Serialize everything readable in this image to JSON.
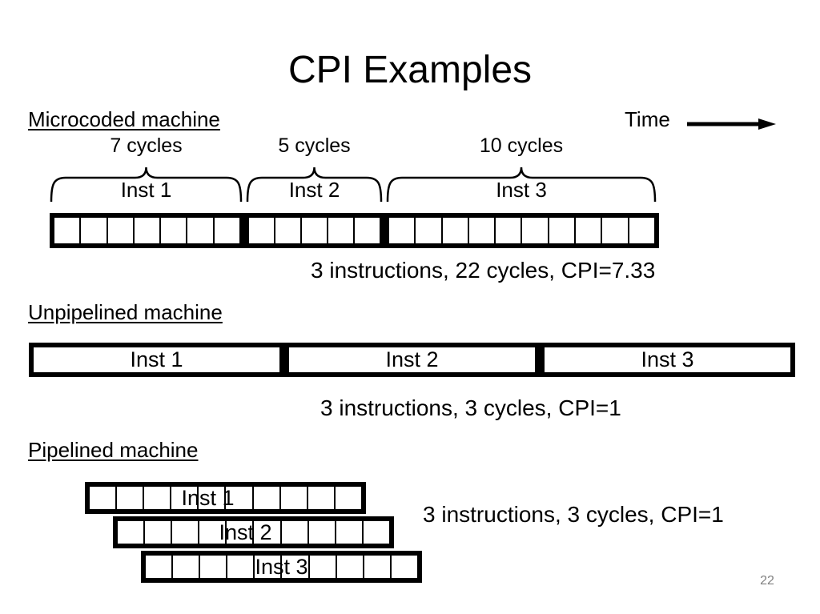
{
  "slide": {
    "title": "CPI Examples",
    "time_label": "Time",
    "page_number": "22"
  },
  "microcoded": {
    "heading": "Microcoded machine",
    "caption": "3 instructions, 22 cycles, CPI=7.33",
    "total_cycles": 22,
    "cpi": 7.33,
    "segments": [
      {
        "cycles_label": "7 cycles",
        "inst_label": "Inst 1",
        "cells": 7
      },
      {
        "cycles_label": "5 cycles",
        "inst_label": "Inst 2",
        "cells": 5
      },
      {
        "cycles_label": "10 cycles",
        "inst_label": "Inst 3",
        "cells": 10
      }
    ]
  },
  "unpipelined": {
    "heading": "Unpipelined machine",
    "caption": "3 instructions, 3 cycles, CPI=1",
    "cpi": 1,
    "segments": [
      {
        "inst_label": "Inst 1"
      },
      {
        "inst_label": "Inst 2"
      },
      {
        "inst_label": "Inst 3"
      }
    ]
  },
  "pipelined": {
    "heading": "Pipelined machine",
    "caption": "3 instructions, 3 cycles, CPI=1",
    "cpi": 1,
    "bars": [
      {
        "inst_label": "Inst 1",
        "cells": 10
      },
      {
        "inst_label": "Inst 2",
        "cells": 10
      },
      {
        "inst_label": "Inst 3",
        "cells": 10
      }
    ]
  }
}
